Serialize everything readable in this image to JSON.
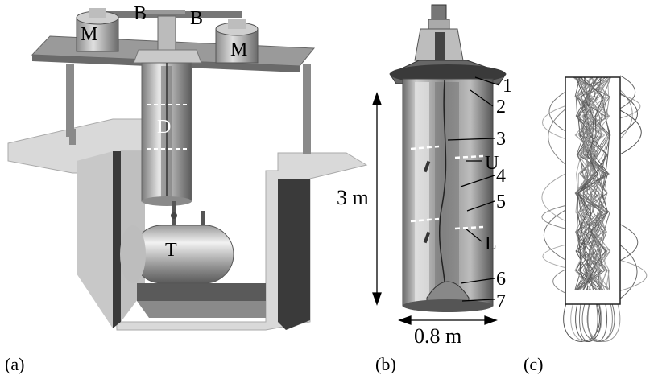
{
  "panels": {
    "a": {
      "caption": "(a)",
      "labels": {
        "motor_left": "M",
        "motor_right": "M",
        "belt_left": "B",
        "belt_right": "B",
        "dynamo": "D",
        "tank": "T"
      }
    },
    "b": {
      "caption": "(b)",
      "height_label": "3 m",
      "width_label": "0.8 m",
      "callouts": [
        "1",
        "2",
        "3",
        "U",
        "4",
        "5",
        "L",
        "6",
        "7"
      ]
    },
    "c": {
      "caption": "(c)"
    }
  },
  "colors": {
    "background": "#ffffff",
    "structure_gray": "#8a8a8a",
    "concrete_light": "#d9d9d9",
    "concrete_dark": "#3a3a3a",
    "metal_light": "#e6e6e6"
  }
}
